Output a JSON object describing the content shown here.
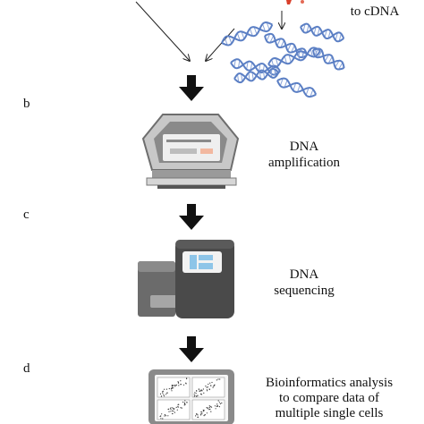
{
  "steps": {
    "b": "b",
    "c": "c",
    "d": "d"
  },
  "labels": {
    "cdna": "to cDNA",
    "amplification_line1": "DNA",
    "amplification_line2": "amplification",
    "sequencing_line1": "DNA",
    "sequencing_line2": "sequencing",
    "analysis_line1": "Bioinformatics analysis",
    "analysis_line2": "to compare data of",
    "analysis_line3": "multiple single cells"
  },
  "colors": {
    "dna_strand": "#5b7fc4",
    "dna_rung": "#8aa4d8",
    "machine_dark": "#4a4a4a",
    "machine_mid": "#8a8a8a",
    "machine_light": "#c8c8c8",
    "screen_blue": "#8ec5e8",
    "accent_red": "#d9402b",
    "accent_salmon": "#f2b8a0"
  }
}
